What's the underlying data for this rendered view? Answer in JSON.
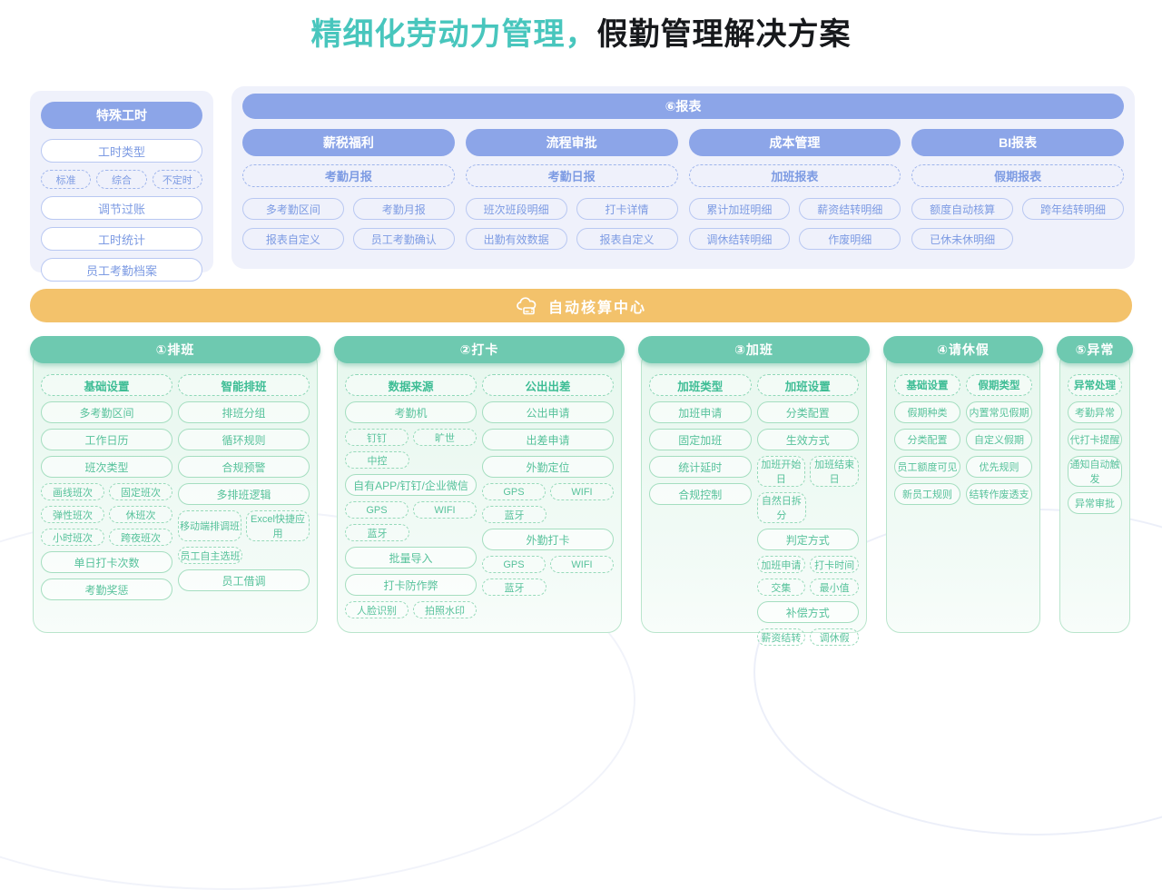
{
  "colors": {
    "accent_teal": "#48C6BD",
    "blue": "#8CA5E8",
    "lavender_bg": "#EFF1FB",
    "green": "#6EC9B0",
    "green_panel_bg": "#E7F7EE",
    "orange": "#F3C26B"
  },
  "title": {
    "highlight": "精细化劳动力管理，",
    "rest": "假勤管理解决方案"
  },
  "left_panel": {
    "header": "特殊工时",
    "rows": [
      {
        "t": "i",
        "v": "工时类型"
      },
      {
        "t": "p",
        "v": [
          "标准",
          "综合",
          "不定时"
        ]
      },
      {
        "t": "i",
        "v": "调节过账"
      },
      {
        "t": "i",
        "v": "工时统计"
      },
      {
        "t": "i",
        "v": "员工考勤档案"
      }
    ]
  },
  "reports": {
    "header": "⑥报表",
    "columns": [
      {
        "header": "薪税福利",
        "sub": "考勤月报",
        "cells": [
          "多考勤区间",
          "考勤月报",
          "报表自定义",
          "员工考勤确认"
        ]
      },
      {
        "header": "流程审批",
        "sub": "考勤日报",
        "cells": [
          "班次班段明细",
          "打卡详情",
          "出勤有效数据",
          "报表自定义"
        ]
      },
      {
        "header": "成本管理",
        "sub": "加班报表",
        "cells": [
          "累计加班明细",
          "薪资结转明细",
          "调休结转明细",
          "作废明细"
        ]
      },
      {
        "header": "BI报表",
        "sub": "假期报表",
        "cells": [
          "额度自动核算",
          "跨年结转明细",
          "已休未休明细"
        ]
      }
    ]
  },
  "center_bar": {
    "label": "自动核算中心",
    "icon": "cloud-server-icon"
  },
  "panels": [
    {
      "header": "①排班",
      "width": "w320",
      "narrow": false,
      "cols": [
        [
          {
            "t": "h",
            "v": "基础设置"
          },
          {
            "t": "i",
            "v": "多考勤区间"
          },
          {
            "t": "i",
            "v": "工作日历"
          },
          {
            "t": "i",
            "v": "班次类型"
          },
          {
            "t": "p",
            "v": [
              "画线班次",
              "固定班次"
            ]
          },
          {
            "t": "p",
            "v": [
              "弹性班次",
              "休班次"
            ]
          },
          {
            "t": "p",
            "v": [
              "小时班次",
              "跨夜班次"
            ]
          },
          {
            "t": "i",
            "v": "单日打卡次数"
          },
          {
            "t": "i",
            "v": "考勤奖惩"
          }
        ],
        [
          {
            "t": "h",
            "v": "智能排班"
          },
          {
            "t": "i",
            "v": "排班分组"
          },
          {
            "t": "i",
            "v": "循环规则"
          },
          {
            "t": "i",
            "v": "合规预警"
          },
          {
            "t": "i",
            "v": "多排班逻辑"
          },
          {
            "t": "p",
            "v": [
              "移动端排调班",
              "Excel快捷应用"
            ]
          },
          {
            "t": "s",
            "v": "员工自主选班"
          },
          {
            "t": "i",
            "v": "员工借调"
          }
        ]
      ]
    },
    {
      "header": "②打卡",
      "width": "w320",
      "narrow": false,
      "cols": [
        [
          {
            "t": "h",
            "v": "数据来源"
          },
          {
            "t": "i",
            "v": "考勤机"
          },
          {
            "t": "p",
            "v": [
              "钉钉",
              "旷世"
            ]
          },
          {
            "t": "s",
            "v": "中控"
          },
          {
            "t": "i",
            "v": "自有APP/钉钉/企业微信"
          },
          {
            "t": "p",
            "v": [
              "GPS",
              "WIFI"
            ]
          },
          {
            "t": "s",
            "v": "蓝牙"
          },
          {
            "t": "i",
            "v": "批量导入"
          },
          {
            "t": "i",
            "v": "打卡防作弊"
          },
          {
            "t": "p",
            "v": [
              "人脸识别",
              "拍照水印"
            ]
          }
        ],
        [
          {
            "t": "h",
            "v": "公出出差"
          },
          {
            "t": "i",
            "v": "公出申请"
          },
          {
            "t": "i",
            "v": "出差申请"
          },
          {
            "t": "i",
            "v": "外勤定位"
          },
          {
            "t": "p",
            "v": [
              "GPS",
              "WIFI"
            ]
          },
          {
            "t": "s",
            "v": "蓝牙"
          },
          {
            "t": "i",
            "v": "外勤打卡"
          },
          {
            "t": "p",
            "v": [
              "GPS",
              "WIFI"
            ]
          },
          {
            "t": "s",
            "v": "蓝牙"
          }
        ]
      ]
    },
    {
      "header": "③加班",
      "width": "w255",
      "narrow": false,
      "cols": [
        [
          {
            "t": "h",
            "v": "加班类型"
          },
          {
            "t": "i",
            "v": "加班申请"
          },
          {
            "t": "i",
            "v": "固定加班"
          },
          {
            "t": "i",
            "v": "统计延时"
          },
          {
            "t": "i",
            "v": "合规控制"
          }
        ],
        [
          {
            "t": "h",
            "v": "加班设置"
          },
          {
            "t": "i",
            "v": "分类配置"
          },
          {
            "t": "i",
            "v": "生效方式"
          },
          {
            "t": "p",
            "v": [
              "加班开始日",
              "加班结束日"
            ]
          },
          {
            "t": "s",
            "v": "自然日拆分"
          },
          {
            "t": "i",
            "v": "判定方式"
          },
          {
            "t": "p",
            "v": [
              "加班申请",
              "打卡时间"
            ]
          },
          {
            "t": "p",
            "v": [
              "交集",
              "最小值"
            ]
          },
          {
            "t": "i",
            "v": "补偿方式"
          },
          {
            "t": "p",
            "v": [
              "薪资结转",
              "调休假"
            ]
          }
        ]
      ]
    },
    {
      "header": "④请休假",
      "width": "w176",
      "narrow": true,
      "cols": [
        [
          {
            "t": "h",
            "v": "基础设置"
          },
          {
            "t": "i",
            "v": "假期种类"
          },
          {
            "t": "i",
            "v": "分类配置"
          },
          {
            "t": "i",
            "v": "员工额度可见"
          },
          {
            "t": "i",
            "v": "新员工规则"
          }
        ],
        [
          {
            "t": "h",
            "v": "假期类型"
          },
          {
            "t": "i",
            "v": "内置常见假期"
          },
          {
            "t": "i",
            "v": "自定义假期"
          },
          {
            "t": "i",
            "v": "优先规则"
          },
          {
            "t": "i",
            "v": "结转作废透支"
          }
        ]
      ]
    },
    {
      "header": "⑤异常",
      "width": "w84",
      "narrow": true,
      "cols": [
        [
          {
            "t": "h",
            "v": "异常处理"
          },
          {
            "t": "i",
            "v": "考勤异常"
          },
          {
            "t": "i",
            "v": "代打卡提醒"
          },
          {
            "t": "i",
            "v": "通知自动触发"
          },
          {
            "t": "i",
            "v": "异常审批"
          }
        ]
      ]
    }
  ]
}
